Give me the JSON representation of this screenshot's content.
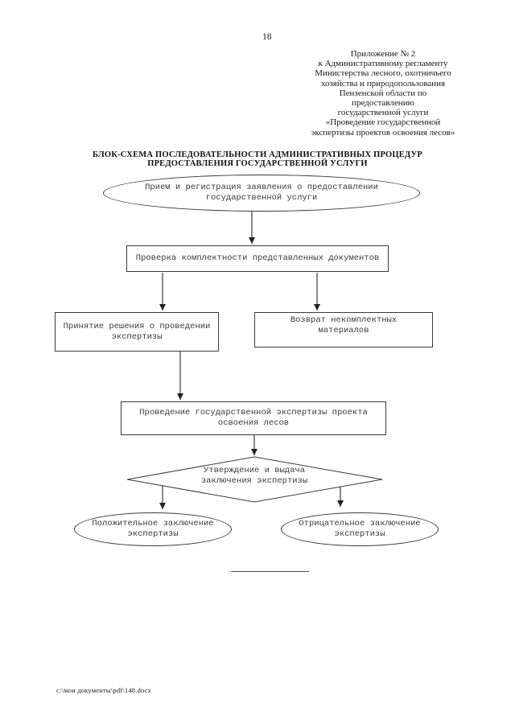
{
  "page": {
    "number": "18",
    "footer_path": "c:\\мои документы\\pdf\\148.docx"
  },
  "appendix_header": {
    "lines": [
      "Приложение № 2",
      "к Административному регламенту",
      "Министерства лесного, охотничьего",
      "хозяйства и природопользования",
      "Пензенской области по предоставлению",
      "государственной услуги",
      "«Проведение государственной",
      "экспертизы проектов освоения лесов»"
    ]
  },
  "title": {
    "lines": [
      "БЛОК-СХЕМА ПОСЛЕДОВАТЕЛЬНОСТИ АДМИНИСТРАТИВНЫХ ПРОЦЕДУР",
      "ПРЕДОСТАВЛЕНИЯ ГОСУДАРСТВЕННОЙ УСЛУГИ"
    ]
  },
  "flowchart": {
    "start": {
      "shape": "ellipse",
      "lines": [
        "Прием и регистрация заявления о предоставлении",
        "государственной услуги"
      ]
    },
    "check": {
      "shape": "rect",
      "lines": [
        "Проверка комплектности представленных документов"
      ]
    },
    "decide": {
      "shape": "rect",
      "lines": [
        "Принятие решения о проведении",
        "экспертизы"
      ]
    },
    "return": {
      "shape": "rect",
      "lines": [
        "Возврат некомплектных",
        "материалов"
      ]
    },
    "conduct": {
      "shape": "rect",
      "lines": [
        "Проведение государственной экспертизы проекта",
        "освоения лесов"
      ]
    },
    "approval": {
      "shape": "diamond",
      "lines": [
        "Утверждение и выдача",
        "заключения экспертизы"
      ]
    },
    "positive": {
      "shape": "ellipse",
      "lines": [
        "Положительное заключение",
        "экспертизы"
      ]
    },
    "negative": {
      "shape": "ellipse",
      "lines": [
        "Отрицательное заключение",
        "экспертизы"
      ]
    }
  },
  "colors": {
    "ink": "#1a1a1a",
    "line": "#3a3a3a",
    "background": "#ffffff"
  }
}
